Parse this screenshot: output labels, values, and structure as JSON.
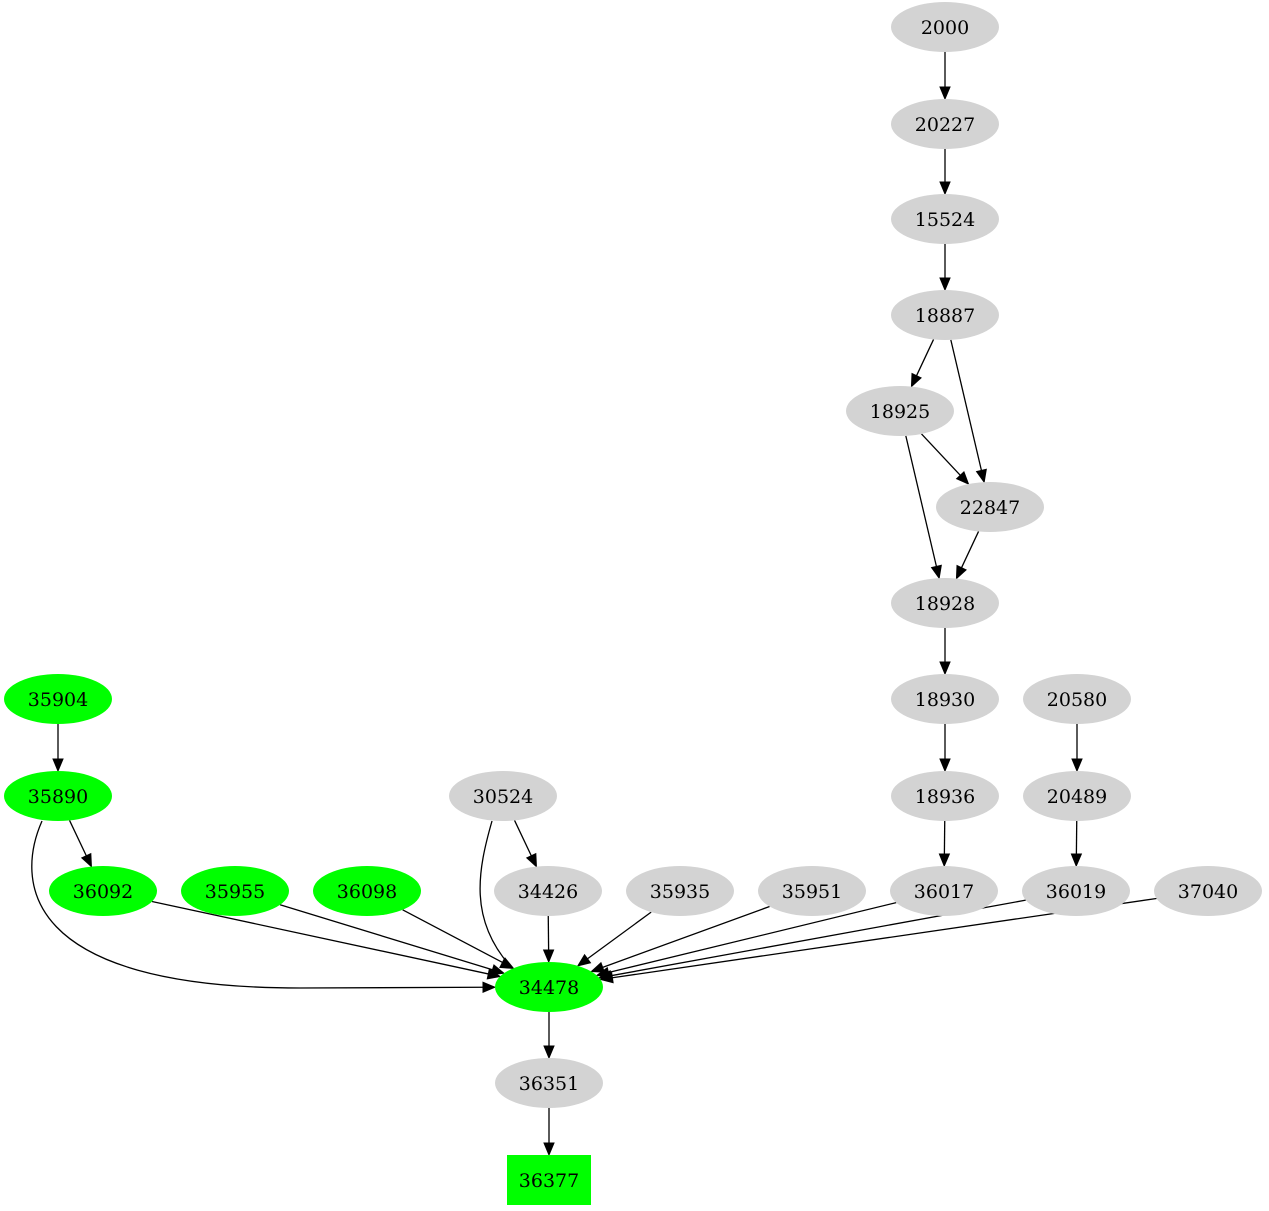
{
  "colors": {
    "default_node": "#d3d3d3",
    "highlight_node": "#00ff00",
    "edge": "#000000",
    "background": "#ffffff"
  },
  "nodes": [
    {
      "id": "n2000",
      "label": "2000",
      "shape": "ellipse",
      "color": "#d3d3d3"
    },
    {
      "id": "n20227",
      "label": "20227",
      "shape": "ellipse",
      "color": "#d3d3d3"
    },
    {
      "id": "n15524",
      "label": "15524",
      "shape": "ellipse",
      "color": "#d3d3d3"
    },
    {
      "id": "n18887",
      "label": "18887",
      "shape": "ellipse",
      "color": "#d3d3d3"
    },
    {
      "id": "n18925",
      "label": "18925",
      "shape": "ellipse",
      "color": "#d3d3d3"
    },
    {
      "id": "n22847",
      "label": "22847",
      "shape": "ellipse",
      "color": "#d3d3d3"
    },
    {
      "id": "n18928",
      "label": "18928",
      "shape": "ellipse",
      "color": "#d3d3d3"
    },
    {
      "id": "n18930",
      "label": "18930",
      "shape": "ellipse",
      "color": "#d3d3d3"
    },
    {
      "id": "n20580",
      "label": "20580",
      "shape": "ellipse",
      "color": "#d3d3d3"
    },
    {
      "id": "n35904",
      "label": "35904",
      "shape": "ellipse",
      "color": "#00ff00"
    },
    {
      "id": "n35890",
      "label": "35890",
      "shape": "ellipse",
      "color": "#00ff00"
    },
    {
      "id": "n30524",
      "label": "30524",
      "shape": "ellipse",
      "color": "#d3d3d3"
    },
    {
      "id": "n18936",
      "label": "18936",
      "shape": "ellipse",
      "color": "#d3d3d3"
    },
    {
      "id": "n20489",
      "label": "20489",
      "shape": "ellipse",
      "color": "#d3d3d3"
    },
    {
      "id": "n36092",
      "label": "36092",
      "shape": "ellipse",
      "color": "#00ff00"
    },
    {
      "id": "n35955",
      "label": "35955",
      "shape": "ellipse",
      "color": "#00ff00"
    },
    {
      "id": "n36098",
      "label": "36098",
      "shape": "ellipse",
      "color": "#00ff00"
    },
    {
      "id": "n34426",
      "label": "34426",
      "shape": "ellipse",
      "color": "#d3d3d3"
    },
    {
      "id": "n35935",
      "label": "35935",
      "shape": "ellipse",
      "color": "#d3d3d3"
    },
    {
      "id": "n35951",
      "label": "35951",
      "shape": "ellipse",
      "color": "#d3d3d3"
    },
    {
      "id": "n36017",
      "label": "36017",
      "shape": "ellipse",
      "color": "#d3d3d3"
    },
    {
      "id": "n36019",
      "label": "36019",
      "shape": "ellipse",
      "color": "#d3d3d3"
    },
    {
      "id": "n37040",
      "label": "37040",
      "shape": "ellipse",
      "color": "#d3d3d3"
    },
    {
      "id": "n34478",
      "label": "34478",
      "shape": "ellipse",
      "color": "#00ff00"
    },
    {
      "id": "n36351",
      "label": "36351",
      "shape": "ellipse",
      "color": "#d3d3d3"
    },
    {
      "id": "n36377",
      "label": "36377",
      "shape": "box",
      "color": "#00ff00"
    }
  ],
  "edges": [
    {
      "from": "n2000",
      "to": "n20227"
    },
    {
      "from": "n20227",
      "to": "n15524"
    },
    {
      "from": "n15524",
      "to": "n18887"
    },
    {
      "from": "n18887",
      "to": "n18925"
    },
    {
      "from": "n18887",
      "to": "n22847"
    },
    {
      "from": "n18925",
      "to": "n22847"
    },
    {
      "from": "n18925",
      "to": "n18928"
    },
    {
      "from": "n22847",
      "to": "n18928"
    },
    {
      "from": "n18928",
      "to": "n18930"
    },
    {
      "from": "n18930",
      "to": "n18936"
    },
    {
      "from": "n18936",
      "to": "n36017"
    },
    {
      "from": "n20580",
      "to": "n20489"
    },
    {
      "from": "n20489",
      "to": "n36019"
    },
    {
      "from": "n35904",
      "to": "n35890"
    },
    {
      "from": "n35890",
      "to": "n36092"
    },
    {
      "from": "n35890",
      "to": "n34478"
    },
    {
      "from": "n30524",
      "to": "n34426"
    },
    {
      "from": "n30524",
      "to": "n34478"
    },
    {
      "from": "n36092",
      "to": "n34478"
    },
    {
      "from": "n35955",
      "to": "n34478"
    },
    {
      "from": "n36098",
      "to": "n34478"
    },
    {
      "from": "n34426",
      "to": "n34478"
    },
    {
      "from": "n35935",
      "to": "n34478"
    },
    {
      "from": "n35951",
      "to": "n34478"
    },
    {
      "from": "n36017",
      "to": "n34478"
    },
    {
      "from": "n36019",
      "to": "n34478"
    },
    {
      "from": "n37040",
      "to": "n34478"
    },
    {
      "from": "n34478",
      "to": "n36351"
    },
    {
      "from": "n36351",
      "to": "n36377"
    }
  ]
}
